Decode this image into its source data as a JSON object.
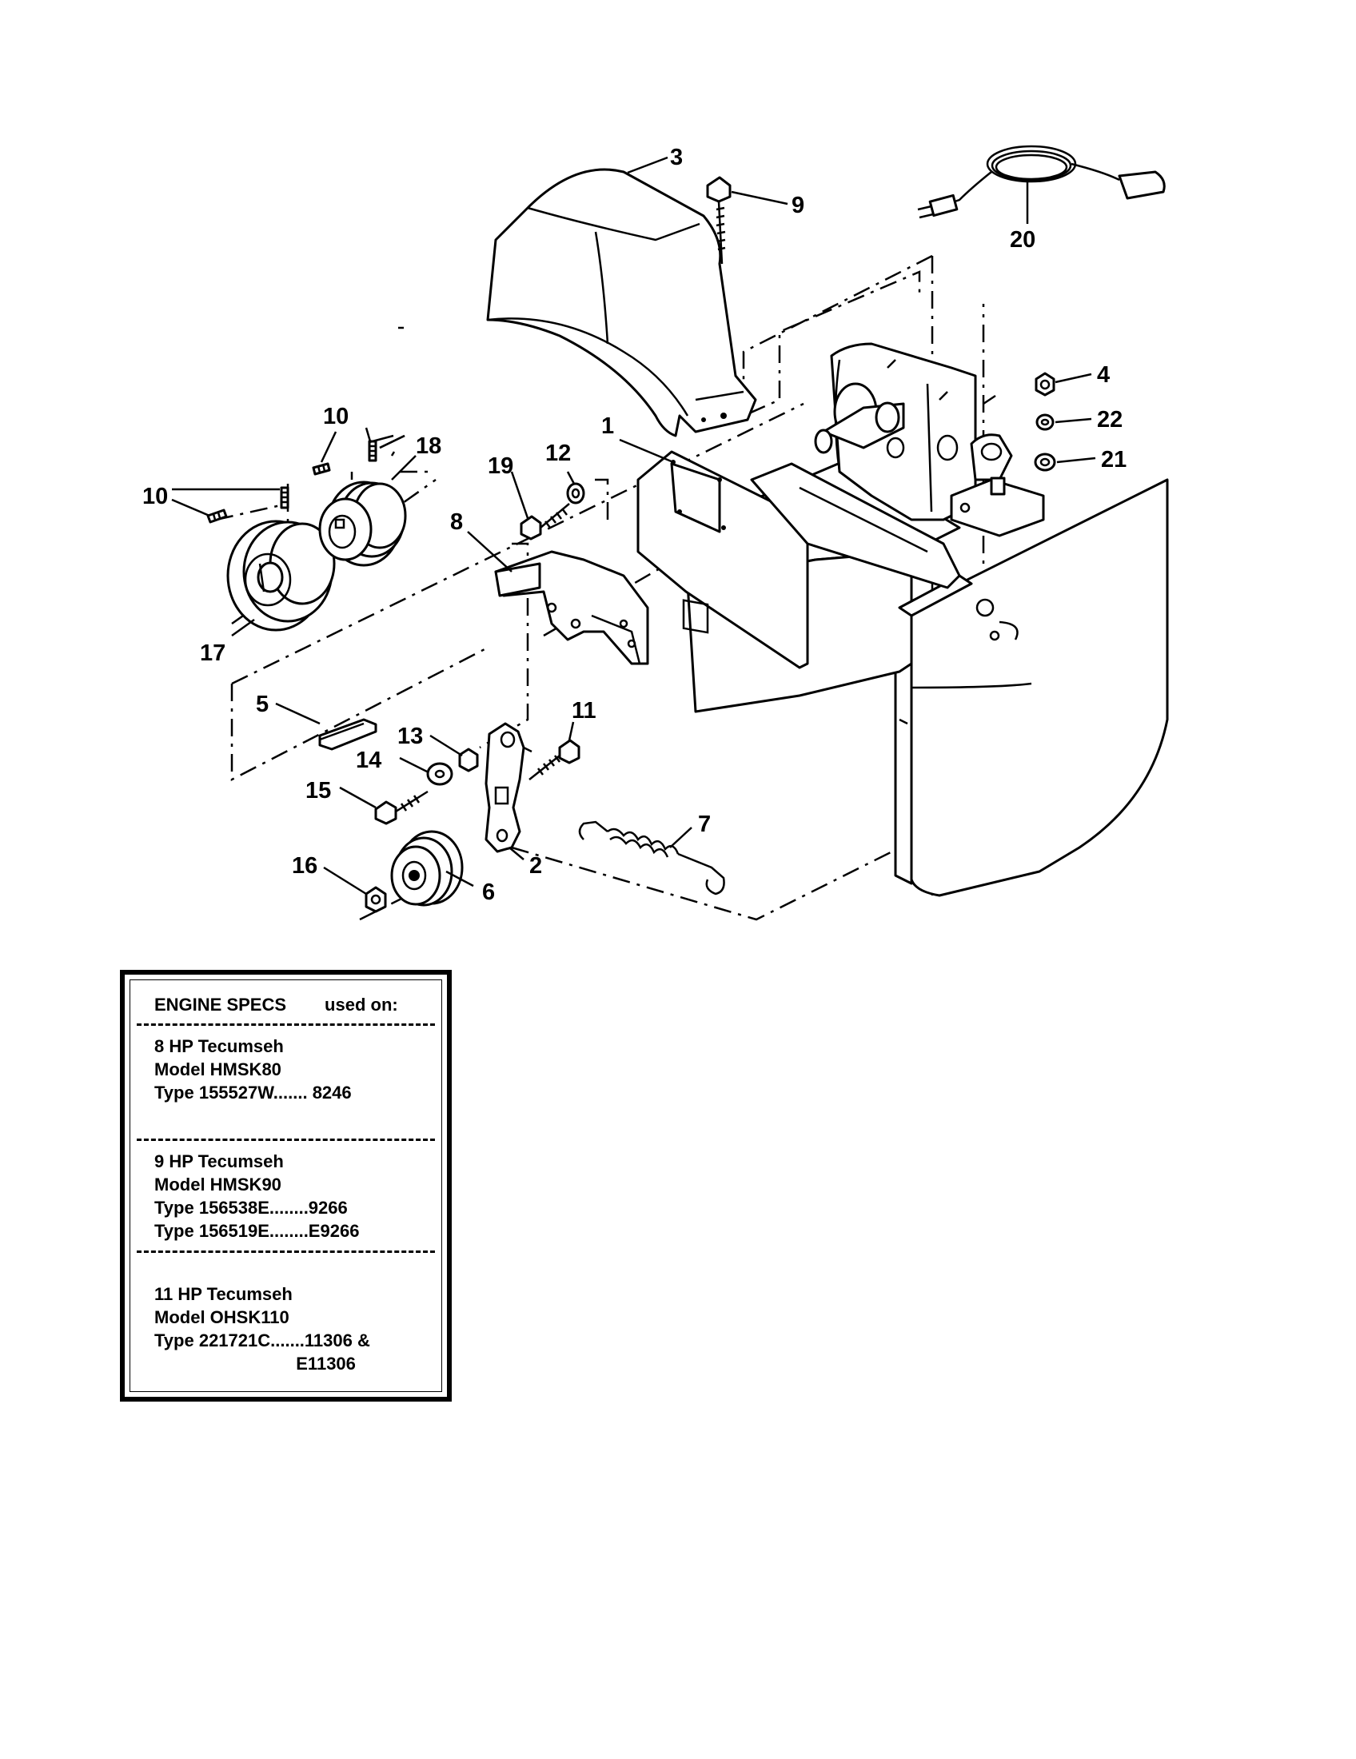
{
  "callouts": {
    "c1": "1",
    "c2": "2",
    "c3": "3",
    "c4": "4",
    "c5": "5",
    "c6": "6",
    "c7": "7",
    "c8": "8",
    "c9": "9",
    "c10a": "10",
    "c10b": "10",
    "c11": "11",
    "c12": "12",
    "c13": "13",
    "c14": "14",
    "c15": "15",
    "c16": "16",
    "c17": "17",
    "c18": "18",
    "c19": "19",
    "c20": "20",
    "c21": "21",
    "c22": "22"
  },
  "specs": {
    "header_left": "ENGINE SPECS",
    "header_right": "used on:",
    "groups": [
      {
        "lines": [
          "8 HP Tecumseh",
          "Model HMSK80",
          "Type 155527W....... 8246"
        ]
      },
      {
        "lines": [
          "9 HP Tecumseh",
          "Model HMSK90",
          "Type 156538E........9266",
          "Type 156519E........E9266"
        ]
      },
      {
        "lines": [
          "11 HP Tecumseh",
          "Model OHSK110",
          "Type 221721C.......11306 &",
          "                             E11306"
        ]
      }
    ]
  },
  "colors": {
    "ink": "#000000",
    "paper": "#ffffff"
  }
}
